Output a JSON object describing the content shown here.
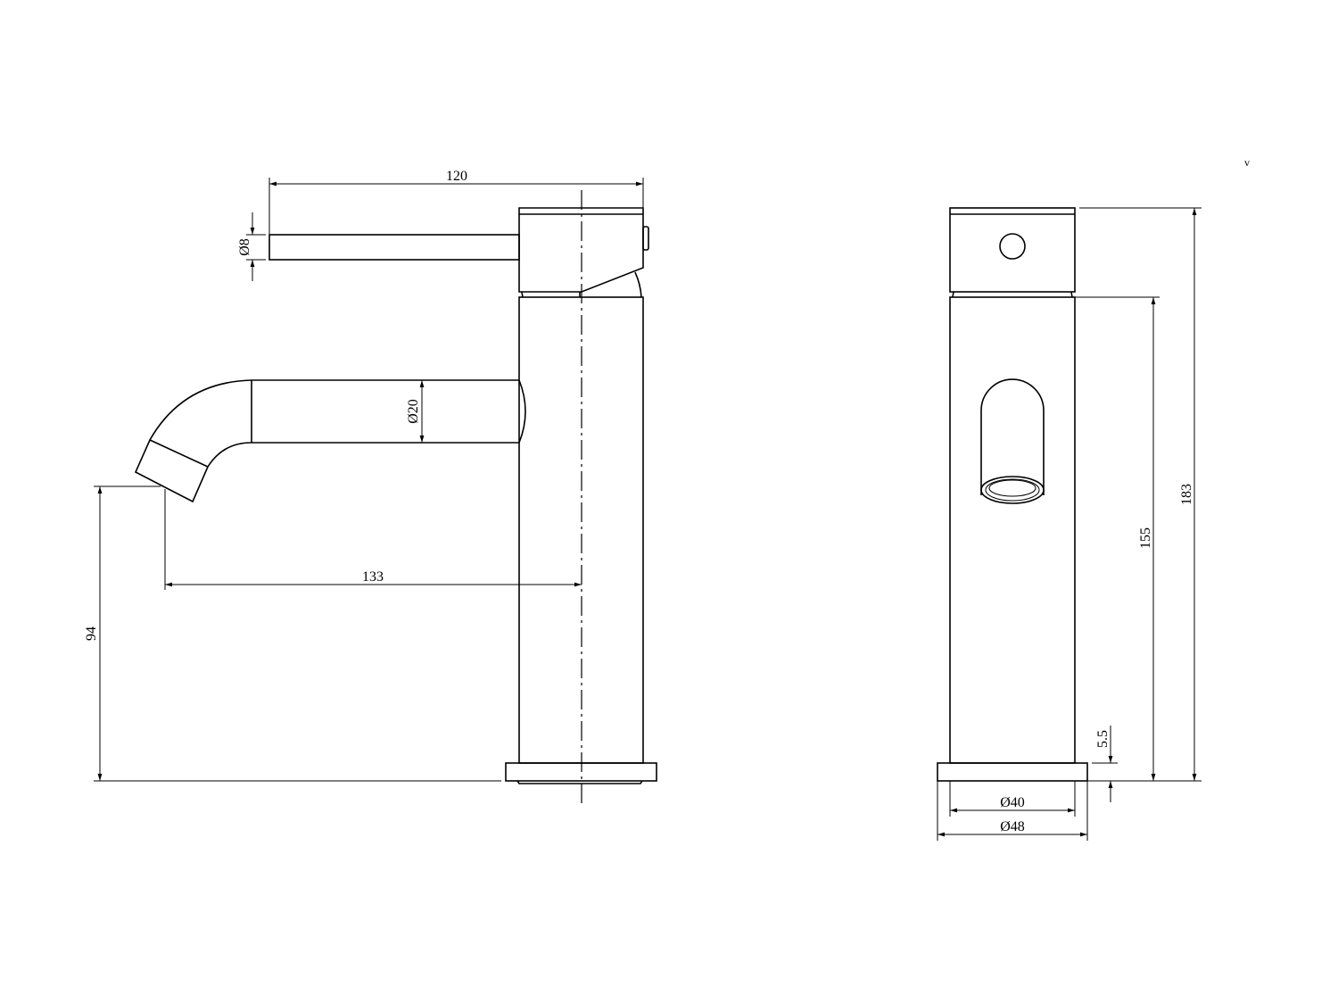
{
  "views": {
    "side": {
      "dimensions": {
        "overall_length": "120",
        "lever_diameter": "Ø8",
        "spout_diameter": "Ø20",
        "spout_reach": "133",
        "spout_height": "94"
      }
    },
    "front": {
      "dimensions": {
        "overall_height": "183",
        "body_height": "155",
        "base_thickness": "5.5",
        "body_diameter": "Ø40",
        "base_diameter": "Ø48"
      }
    }
  },
  "corner_mark": "v",
  "colors": {
    "line": "#000000",
    "background": "#ffffff"
  }
}
